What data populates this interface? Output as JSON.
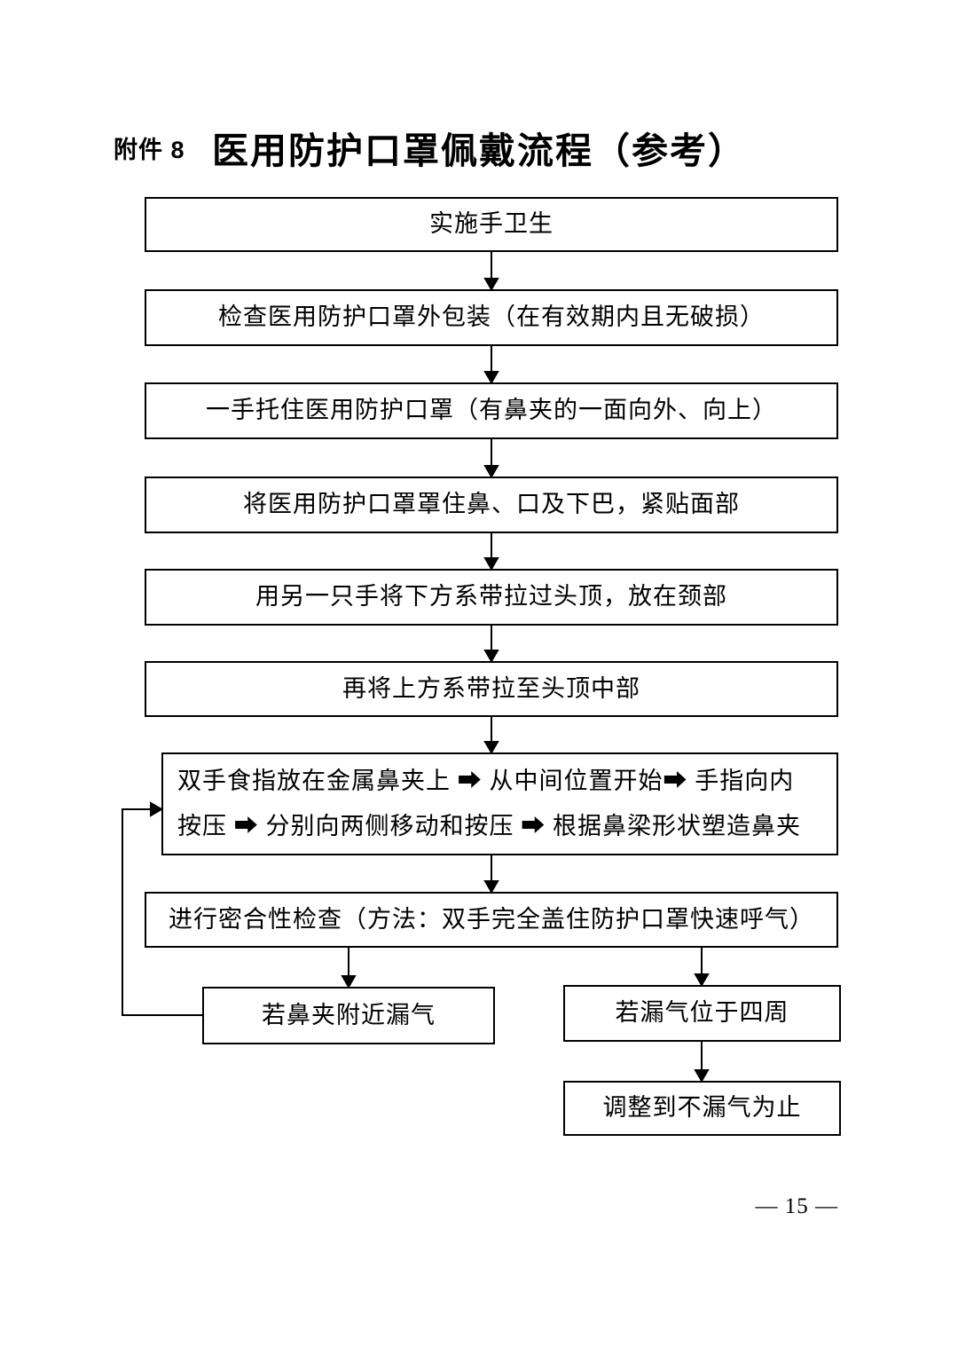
{
  "page": {
    "attachment_label": "附件 8",
    "title": "医用防护口罩佩戴流程（参考）",
    "page_number": "— 15 —"
  },
  "flow": {
    "steps": [
      "实施手卫生",
      "检查医用防护口罩外包装（在有效期内且无破损）",
      "一手托住医用防护口罩（有鼻夹的一面向外、向上）",
      "将医用防护口罩罩住鼻、口及下巴，紧贴面部",
      "用另一只手将下方系带拉过头顶，放在颈部",
      "再将上方系带拉至头顶中部"
    ],
    "nose_clip_step": {
      "line1": "双手食指放在金属鼻夹上 ➡ 从中间位置开始➡ 手指向内",
      "line2": "按压 ➡ 分别向两侧移动和按压 ➡ 根据鼻梁形状塑造鼻夹"
    },
    "seal_check_step": "进行密合性检查（方法：双手完全盖住防护口罩快速呼气）",
    "branch_left": "若鼻夹附近漏气",
    "branch_right": "若漏气位于四周",
    "branch_right_next": "调整到不漏气为止"
  }
}
